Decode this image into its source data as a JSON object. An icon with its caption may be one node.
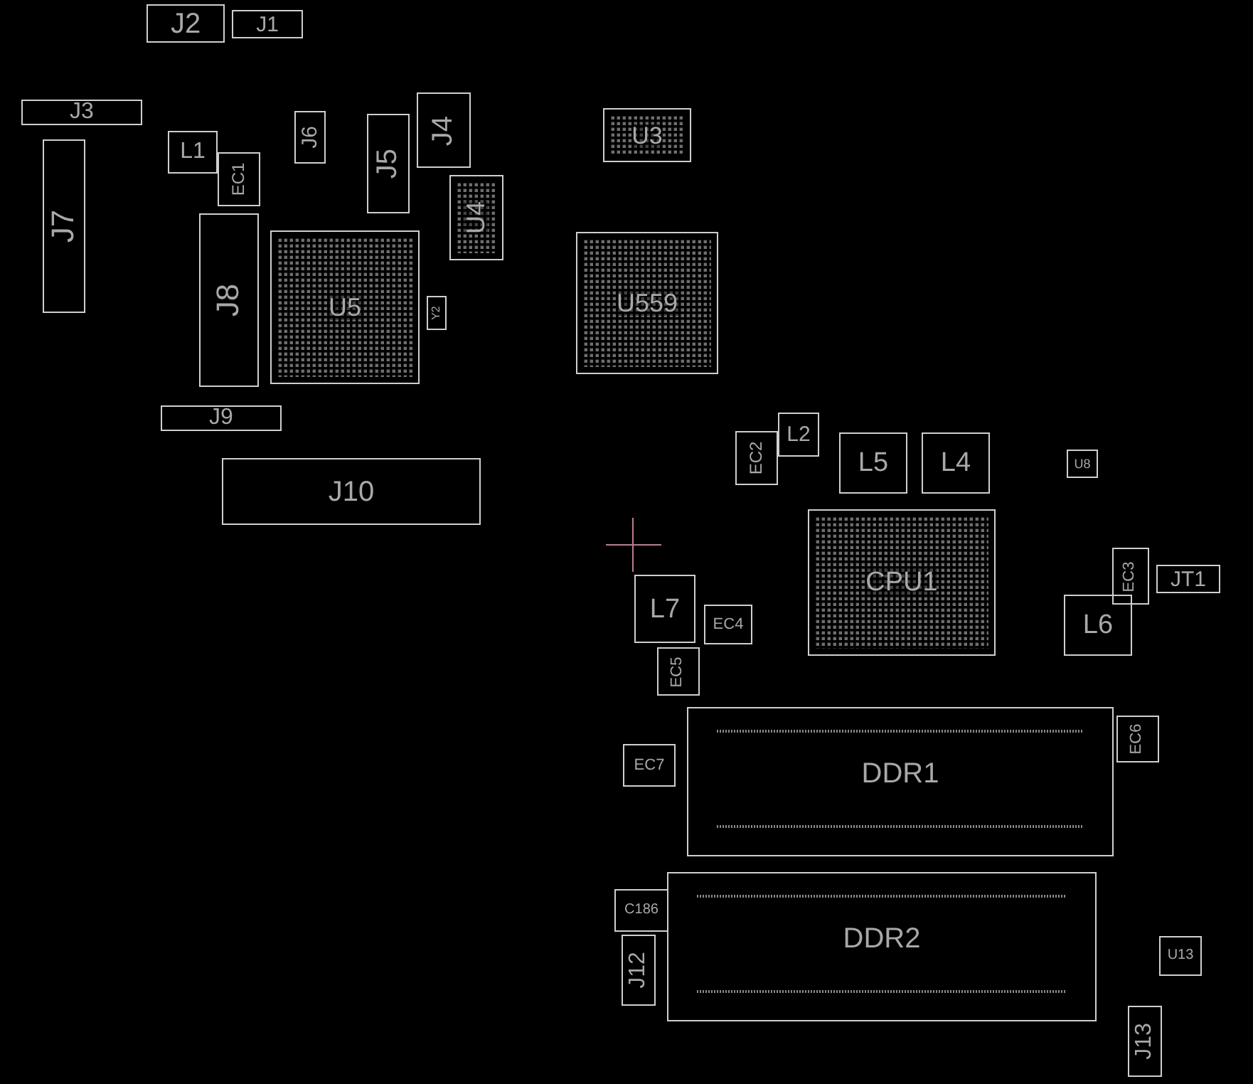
{
  "diagram": {
    "nodes": [
      {
        "text": [
          "J2"
        ]
      },
      {
        "text": [
          "J1"
        ]
      },
      {
        "text": [
          "J3"
        ]
      },
      {
        "text": [
          "J4"
        ]
      },
      {
        "text": [
          "J6"
        ]
      },
      {
        "text": [
          "J5"
        ]
      },
      {
        "text": [
          "L1"
        ]
      },
      {
        "text": [
          "EC1"
        ]
      },
      {
        "text": [
          "U3"
        ]
      },
      {
        "text": [
          "J7"
        ]
      },
      {
        "text": [
          "U4"
        ]
      },
      {
        "text": [
          "J8"
        ]
      },
      {
        "text": [
          "U5"
        ]
      },
      {
        "text": [
          "Y2"
        ]
      },
      {
        "text": [
          "U559"
        ]
      },
      {
        "text": [
          "J9"
        ]
      },
      {
        "text": [
          "L2"
        ]
      },
      {
        "text": [
          "EC2"
        ]
      },
      {
        "text": [
          "L5"
        ]
      },
      {
        "text": [
          "L4"
        ]
      },
      {
        "text": [
          "U8"
        ]
      },
      {
        "text": [
          "J10"
        ]
      },
      {
        "text": [
          "CPU1"
        ]
      },
      {
        "text": [
          "EC3"
        ]
      },
      {
        "text": [
          "JT1"
        ]
      },
      {
        "text": [
          "L7"
        ]
      },
      {
        "text": [
          "EC4"
        ]
      },
      {
        "text": [
          "L6"
        ]
      },
      {
        "text": [
          "EC5"
        ]
      },
      {
        "text": [
          "EC6"
        ]
      },
      {
        "text": [
          "EC7"
        ]
      },
      {
        "text": [
          "DDR1"
        ]
      },
      {
        "text": [
          "C186"
        ]
      },
      {
        "text": [
          "DDR2"
        ]
      },
      {
        "text": [
          "U13"
        ]
      },
      {
        "text": [
          "J12"
        ]
      },
      {
        "text": [
          "J13"
        ]
      }
    ]
  }
}
